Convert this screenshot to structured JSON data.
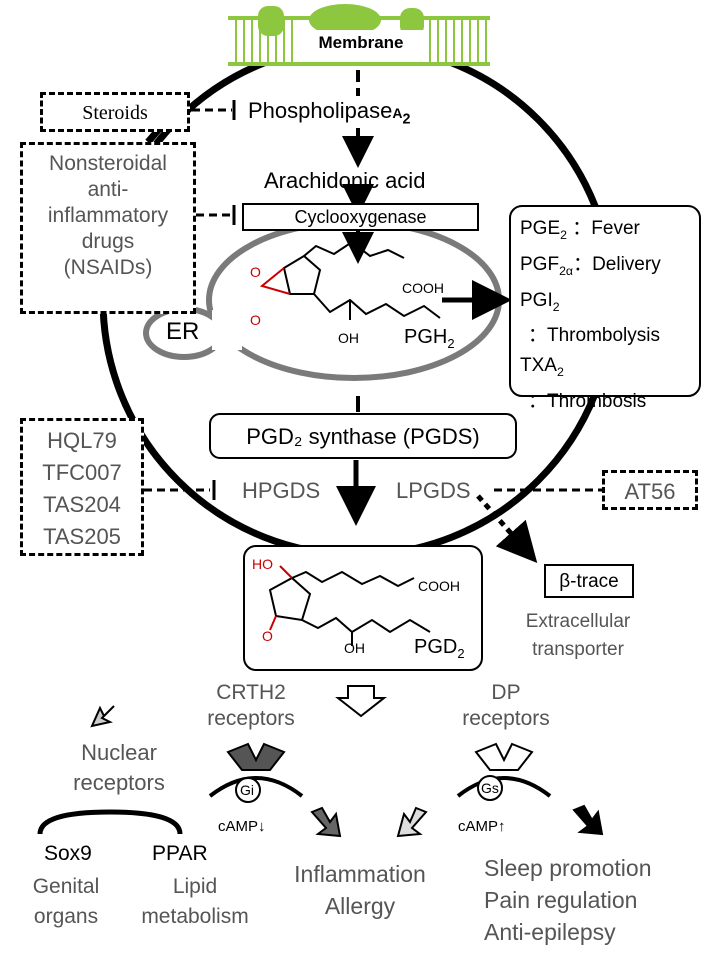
{
  "membrane": "Membrane",
  "steroids": "Steroids",
  "phospholipase": {
    "main": "Phospholipase",
    "sub": "A",
    "sub2": "2"
  },
  "arachidonic": "Arachidonic acid",
  "cox": "Cyclooxygenase",
  "nsaids": [
    "Nonsteroidal",
    "anti-",
    "inflammatory",
    "drugs",
    "(NSAIDs)"
  ],
  "er": "ER",
  "pgh2": {
    "label": "PGH",
    "sub": "2",
    "cooh": "COOH",
    "oh": "OH",
    "o": "O"
  },
  "products": {
    "pge": {
      "name": "PGE",
      "sub": "2",
      "effect": "：Fever"
    },
    "pgf": {
      "name": "PGF",
      "sub": "2α",
      "effect": "：Delivery"
    },
    "pgi": {
      "name": "PGI",
      "sub": "2",
      "effect": "：Thrombolysis"
    },
    "txa": {
      "name": "TXA",
      "sub": "2",
      "effect": "：Thrombosis"
    }
  },
  "pgds": "PGD₂ synthase (PGDS)",
  "hpgds": "HPGDS",
  "lpgds": "LPGDS",
  "inhibitors": [
    "HQL79",
    "TFC007",
    "TAS204",
    "TAS205"
  ],
  "at56": "AT56",
  "btrace": "β-trace",
  "transporter": [
    "Extracellular",
    "transporter"
  ],
  "pgd2": {
    "label": "PGD",
    "sub": "2",
    "cooh": "COOH",
    "oh": "OH",
    "ho": "HO",
    "o": "O"
  },
  "crth2": [
    "CRTH2",
    "receptors"
  ],
  "dp": [
    "DP",
    "receptors"
  ],
  "gi": "Gi",
  "gs": "Gs",
  "camp_down": "cAMP↓",
  "camp_up": "cAMP↑",
  "nuclear": [
    "Nuclear",
    "receptors"
  ],
  "sox9": "Sox9",
  "ppar": "PPAR",
  "genital": [
    "Genital",
    "organs"
  ],
  "lipid": [
    "Lipid",
    "metabolism"
  ],
  "inflammation": [
    "Inflammation",
    "Allergy"
  ],
  "sleep": [
    "Sleep promotion",
    "Pain regulation",
    "Anti-epilepsy"
  ]
}
